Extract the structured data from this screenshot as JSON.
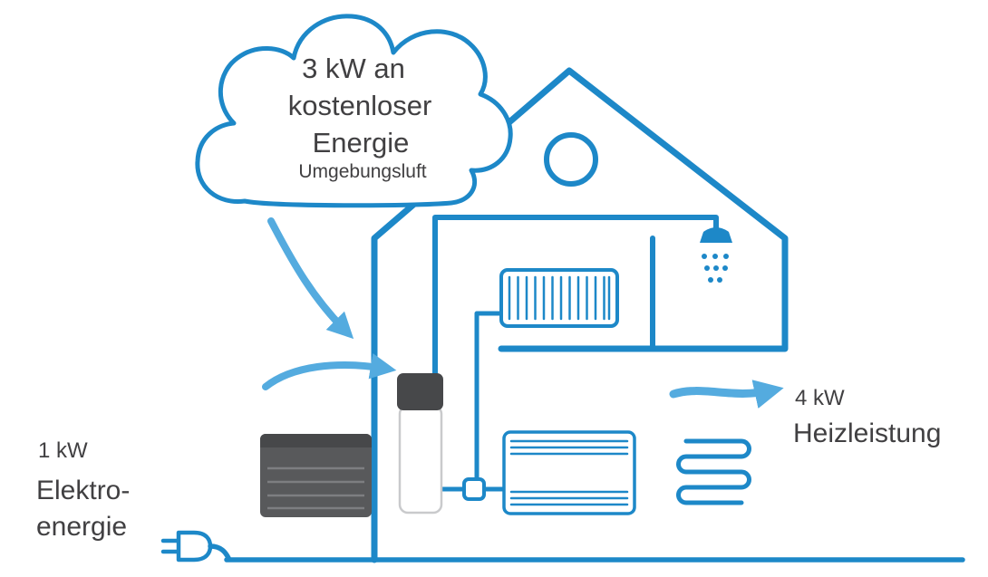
{
  "colors": {
    "line-blue": "#1d88c8",
    "arrow-blue": "#54abdf",
    "dark-gray": "#58595b",
    "cap-gray": "#47484a",
    "slat-gray": "#7d7e81",
    "unit-border": "#c9cacc",
    "text-color": "#414042",
    "background": "#ffffff"
  },
  "cloud": {
    "line1": "3 kW an",
    "line2": "kostenloser",
    "line3": "Energie",
    "line4": "Umgebungsluft"
  },
  "input": {
    "power": "1 kW",
    "label_line1": "Elektro-",
    "label_line2": "energie"
  },
  "output": {
    "power": "4 kW",
    "label": "Heizleistung"
  },
  "icons": [
    "cloud-icon",
    "house-icon",
    "window-icon",
    "shower-icon",
    "radiator-icon",
    "heat-pump-icon",
    "indoor-unit-icon",
    "fan-coil-unit-icon",
    "floor-heating-coil-icon",
    "power-plug-icon",
    "airflow-arrow-icon",
    "output-arrow-icon"
  ]
}
